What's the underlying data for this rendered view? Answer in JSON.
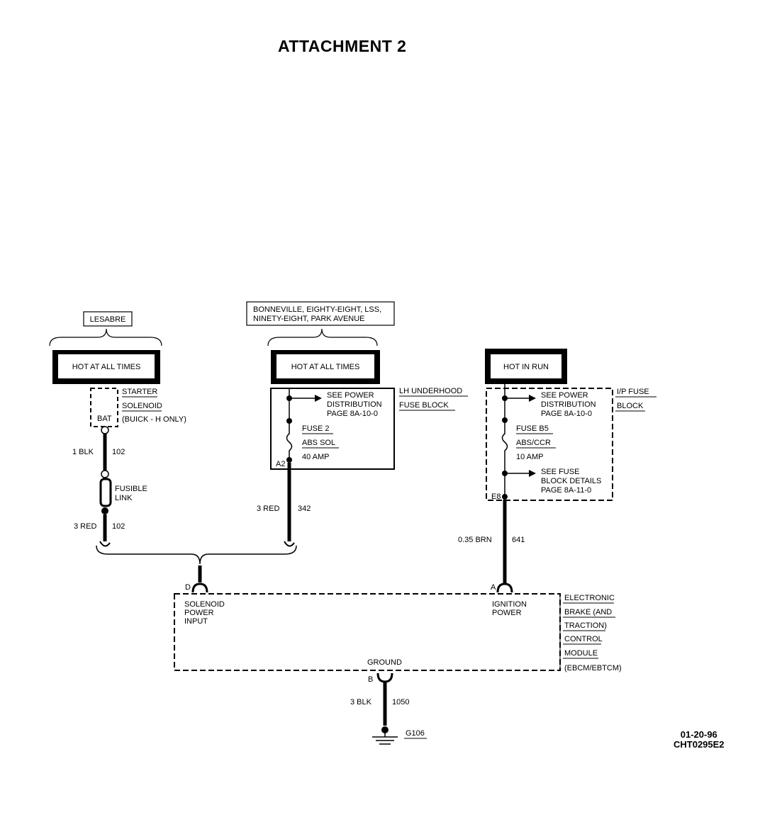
{
  "title": "ATTACHMENT 2",
  "vehicle_labels": {
    "left": "LESABRE",
    "middle_line1": "BONNEVILLE, EIGHTY-EIGHT, LSS,",
    "middle_line2": "NINETY-EIGHT, PARK AVENUE"
  },
  "power_boxes": {
    "left": "HOT AT ALL TIMES",
    "middle": "HOT AT ALL TIMES",
    "right": "HOT IN RUN"
  },
  "starter": {
    "name_line1": "STARTER",
    "name_line2": "SOLENOID",
    "name_line3": "(BUICK - H ONLY)",
    "terminal": "BAT",
    "wire_top_size": "1 BLK",
    "wire_top_circuit": "102",
    "fusible_line1": "FUSIBLE",
    "fusible_line2": "LINK",
    "wire_bottom_size": "3 RED",
    "wire_bottom_circuit": "102"
  },
  "underhood_block": {
    "name_line1": "LH UNDERHOOD",
    "name_line2": "FUSE BLOCK",
    "ref_line1": "SEE POWER",
    "ref_line2": "DISTRIBUTION",
    "ref_line3": "PAGE 8A-10-0",
    "fuse_name": "FUSE 2",
    "fuse_circuit": "ABS SOL",
    "fuse_rating": "40 AMP",
    "terminal": "A2",
    "wire_size": "3 RED",
    "wire_circuit": "342"
  },
  "ip_block": {
    "name_line1": "I/P FUSE",
    "name_line2": "BLOCK",
    "ref_line1": "SEE POWER",
    "ref_line2": "DISTRIBUTION",
    "ref_line3": "PAGE 8A-10-0",
    "fuse_name": "FUSE B5",
    "fuse_circuit": "ABS/CCR",
    "fuse_rating": "10 AMP",
    "ref2_line1": "SEE FUSE",
    "ref2_line2": "BLOCK DETAILS",
    "ref2_line3": "PAGE 8A-11-0",
    "terminal": "E8",
    "wire_size": "0.35 BRN",
    "wire_circuit": "641"
  },
  "module": {
    "pin_d": "D",
    "pin_d_line1": "SOLENOID",
    "pin_d_line2": "POWER",
    "pin_d_line3": "INPUT",
    "pin_a": "A",
    "pin_a_line1": "IGNITION",
    "pin_a_line2": "POWER",
    "ground_label": "GROUND",
    "pin_b": "B",
    "name_line1": "ELECTRONIC",
    "name_line2": "BRAKE (AND",
    "name_line3": "TRACTION)",
    "name_line4": "CONTROL",
    "name_line5": "MODULE",
    "name_line6": "(EBCM/EBTCM)"
  },
  "ground_wire": {
    "size": "3 BLK",
    "circuit": "1050",
    "ground_point": "G106"
  },
  "doc_code": {
    "date": "01-20-96",
    "id": "CHT0295E2"
  }
}
